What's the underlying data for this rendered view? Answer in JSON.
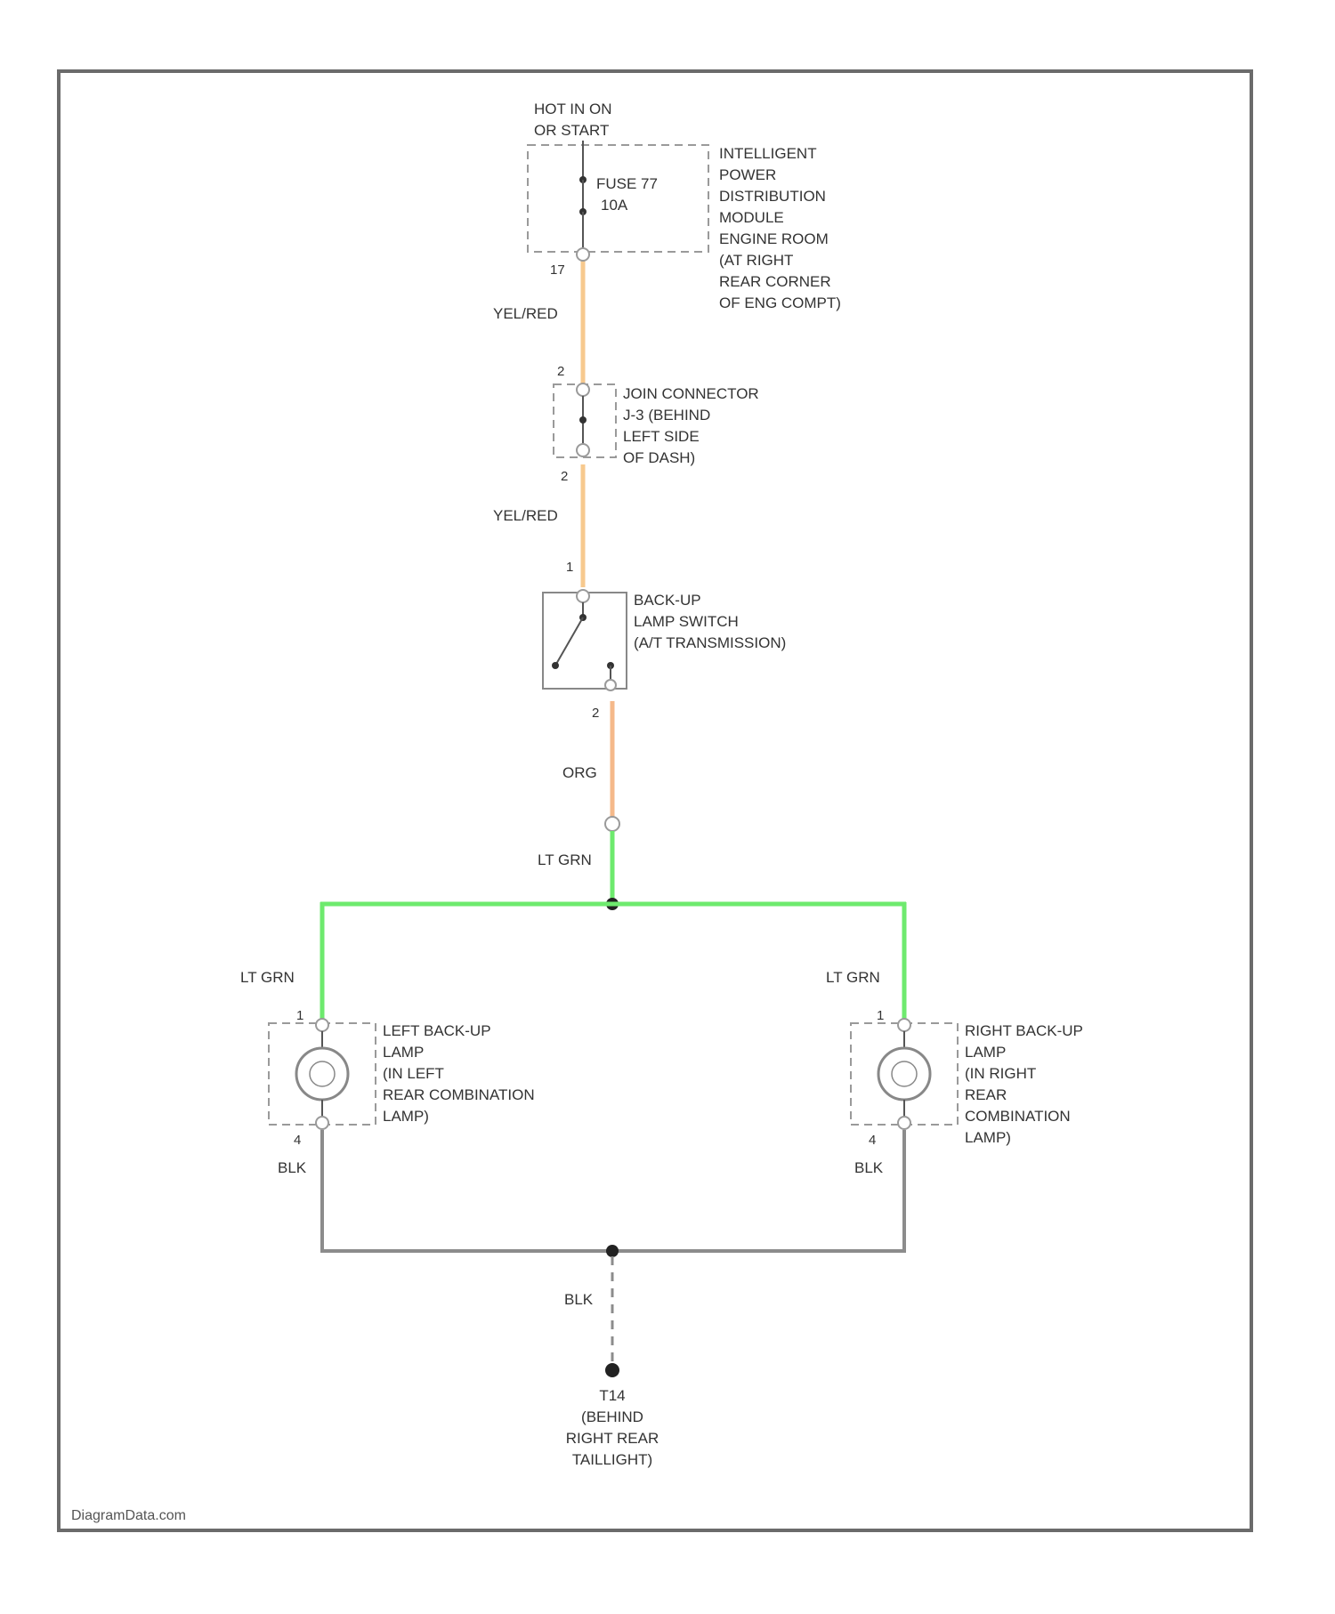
{
  "diagram": {
    "source_label": [
      "HOT IN ON",
      "OR START"
    ],
    "ipdm": {
      "fuse_label": [
        "FUSE 77",
        "10A"
      ],
      "desc": [
        "INTELLIGENT",
        "POWER",
        "DISTRIBUTION",
        "MODULE",
        "ENGINE ROOM",
        "(AT RIGHT",
        "REAR CORNER",
        "OF ENG COMPT)"
      ],
      "pin_out": "17"
    },
    "joint_connector": {
      "pin_in": "2",
      "pin_out": "2",
      "desc": [
        "JOIN CONNECTOR",
        "J-3 (BEHIND",
        "LEFT SIDE",
        "OF DASH)"
      ]
    },
    "backup_switch": {
      "pin_in": "1",
      "pin_out": "2",
      "desc": [
        "BACK-UP",
        "LAMP SWITCH",
        "(A/T TRANSMISSION)"
      ]
    },
    "left_lamp": {
      "pin_in": "1",
      "pin_out": "4",
      "desc": [
        "LEFT BACK-UP",
        "LAMP",
        "(IN LEFT",
        "REAR COMBINATION",
        "LAMP)"
      ]
    },
    "right_lamp": {
      "pin_in": "1",
      "pin_out": "4",
      "desc": [
        "RIGHT BACK-UP",
        "LAMP",
        "(IN RIGHT",
        "REAR",
        "COMBINATION",
        "LAMP)"
      ]
    },
    "ground": {
      "id": "T14",
      "desc": [
        "(BEHIND",
        "RIGHT REAR",
        "TAILLIGHT)"
      ]
    },
    "wire_labels": {
      "ipdm_to_joint": "YEL/RED",
      "joint_to_switch": "YEL/RED",
      "switch_out": "ORG",
      "to_splice": "LT GRN",
      "left_lamp_feed": "LT GRN",
      "right_lamp_feed": "LT GRN",
      "left_ground": "BLK",
      "right_ground": "BLK",
      "to_ground": "BLK"
    },
    "watermark": "DiagramData.com"
  },
  "colors": {
    "frame": "#6b6b6b",
    "wire_yel_red": "#f7c98e",
    "wire_org": "#f5b98a",
    "wire_lt_grn": "#6eea6e",
    "wire_blk": "#8c8c8c",
    "dashed_box": "#9a9a9a",
    "text": "#333333"
  }
}
